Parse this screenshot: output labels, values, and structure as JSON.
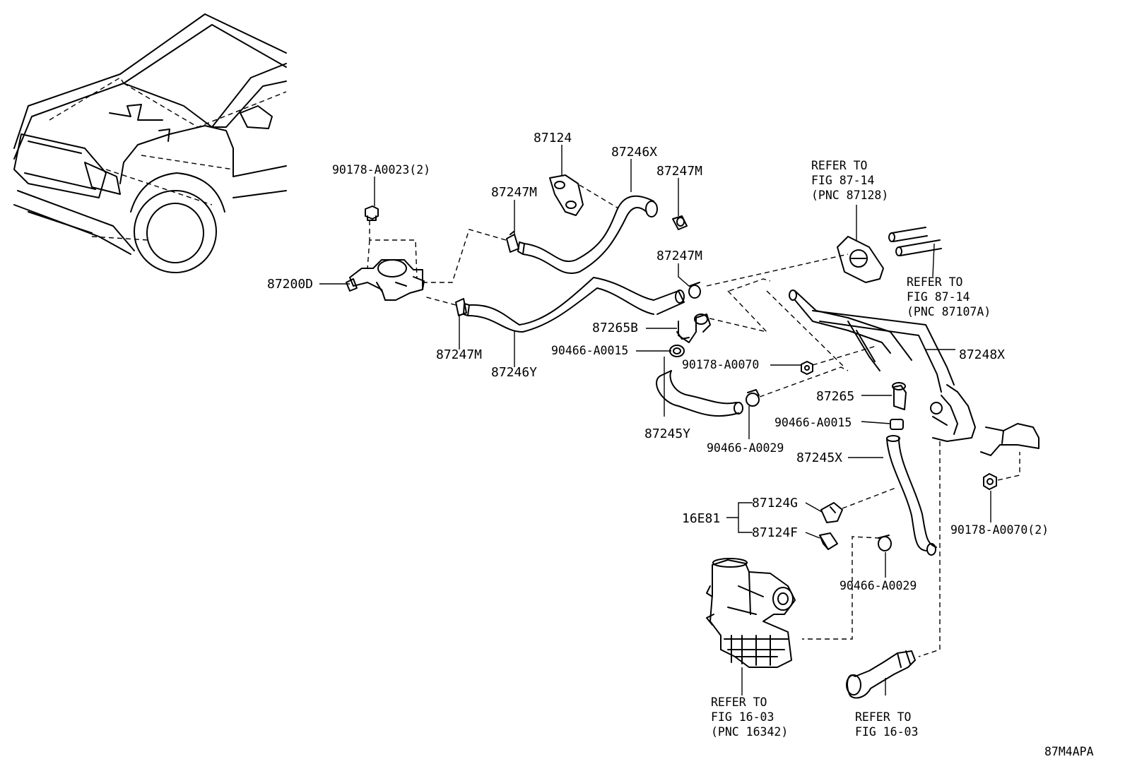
{
  "figure_code": "87M4APA",
  "labels": {
    "p87124": "87124",
    "p87246x": "87246X",
    "p87247m_top": "87247M",
    "p87247m_right": "87247M",
    "p87247m_mid": "87247M",
    "p87247m_bottom": "87247M",
    "p90178_a0023": "90178-A0023(2)",
    "p87200d": "87200D",
    "p87246y": "87246Y",
    "p87265b": "87265B",
    "p90466_a0015_left": "90466-A0015",
    "p90178_a0070": "90178-A0070",
    "p87248x": "87248X",
    "p87245y": "87245Y",
    "p90466_a0029_mid": "90466-A0029",
    "p87265": "87265",
    "p90466_a0015_right": "90466-A0015",
    "p87245x": "87245X",
    "p87124g": "87124G",
    "p16e81": "16E81",
    "p87124f": "87124F",
    "p90466_a0029_low": "90466-A0029",
    "p90178_a0070_2": "90178-A0070(2)"
  },
  "references": {
    "ref_87128": [
      "REFER TO",
      "FIG 87-14",
      "(PNC 87128)"
    ],
    "ref_87107a": [
      "REFER TO",
      "FIG 87-14",
      "(PNC 87107A)"
    ],
    "ref_16342": [
      "REFER TO",
      "FIG 16-03",
      "(PNC 16342)"
    ],
    "ref_1603": [
      "REFER TO",
      "FIG 16-03"
    ]
  }
}
